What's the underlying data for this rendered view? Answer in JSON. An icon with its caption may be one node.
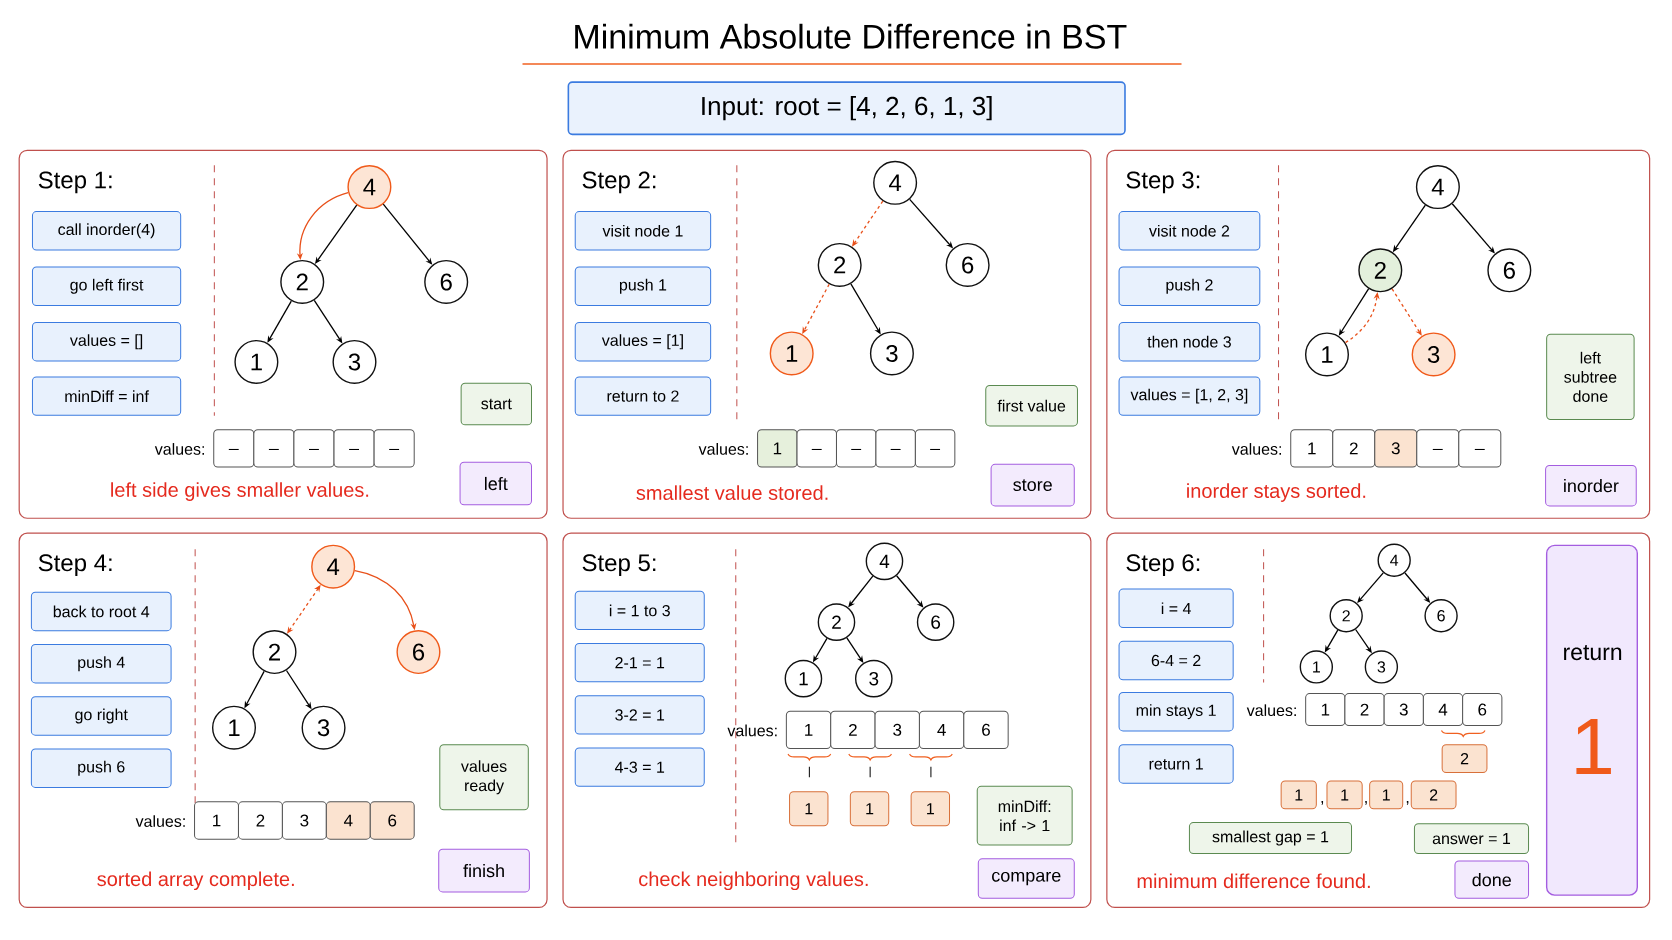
{
  "diagram": {
    "title": "Minimum Absolute Difference in BST",
    "nodes": [
      {
        "text": [
          "Input: root = [4, 2, 6, 1, 3]"
        ]
      },
      {
        "text": [
          "Step 1:",
          "left side gives smaller values."
        ]
      },
      {
        "text": [
          "call inorder(4)"
        ],
        "in": 1
      },
      {
        "text": [
          "go left first"
        ],
        "in": 1
      },
      {
        "text": [
          "values = []"
        ],
        "in": 1
      },
      {
        "text": [
          "minDiff = inf"
        ],
        "in": 1
      },
      {
        "text": [
          "4"
        ],
        "in": 1
      },
      {
        "text": [
          "2"
        ],
        "in": 1
      },
      {
        "text": [
          "6"
        ],
        "in": 1
      },
      {
        "text": [
          "1"
        ],
        "in": 1
      },
      {
        "text": [
          "3"
        ],
        "in": 1
      },
      {
        "text": [
          "start"
        ],
        "in": 1
      },
      {
        "text": [
          "left"
        ],
        "in": 1
      },
      {
        "text": [
          "_"
        ],
        "in": 1
      },
      {
        "text": [
          "_"
        ],
        "in": 1
      },
      {
        "text": [
          "_"
        ],
        "in": 1
      },
      {
        "text": [
          "_"
        ],
        "in": 1
      },
      {
        "text": [
          "_"
        ],
        "in": 1
      },
      {
        "text": [
          "Step 2:",
          "smallest value stored."
        ]
      },
      {
        "text": [
          "visit node 1"
        ],
        "in": 18
      },
      {
        "text": [
          "push 1"
        ],
        "in": 18
      },
      {
        "text": [
          "values = [1]"
        ],
        "in": 18
      },
      {
        "text": [
          "return to 2"
        ],
        "in": 18
      },
      {
        "text": [
          "4"
        ],
        "in": 18
      },
      {
        "text": [
          "2"
        ],
        "in": 18
      },
      {
        "text": [
          "6"
        ],
        "in": 18
      },
      {
        "text": [
          "1"
        ],
        "in": 18
      },
      {
        "text": [
          "3"
        ],
        "in": 18
      },
      {
        "text": [
          "first value"
        ],
        "in": 18
      },
      {
        "text": [
          "store"
        ],
        "in": 18
      },
      {
        "text": [
          "1"
        ],
        "in": 18
      },
      {
        "text": [
          "_"
        ],
        "in": 18
      },
      {
        "text": [
          "_"
        ],
        "in": 18
      },
      {
        "text": [
          "_"
        ],
        "in": 18
      },
      {
        "text": [
          "_"
        ],
        "in": 18
      },
      {
        "text": [
          "Step 3:",
          "inorder stays sorted."
        ]
      },
      {
        "text": [
          "visit node 2"
        ],
        "in": 35
      },
      {
        "text": [
          "push 2"
        ],
        "in": 35
      },
      {
        "text": [
          "then node 3"
        ],
        "in": 35
      },
      {
        "text": [
          "values = [1, 2, 3]"
        ],
        "in": 35
      },
      {
        "text": [
          "4"
        ],
        "in": 35
      },
      {
        "text": [
          "2"
        ],
        "in": 35
      },
      {
        "text": [
          "6"
        ],
        "in": 35
      },
      {
        "text": [
          "1"
        ],
        "in": 35
      },
      {
        "text": [
          "3"
        ],
        "in": 35
      },
      {
        "text": [
          "left subtree done"
        ],
        "in": 35
      },
      {
        "text": [
          "inorder"
        ],
        "in": 35
      },
      {
        "text": [
          "1"
        ],
        "in": 35
      },
      {
        "text": [
          "2"
        ],
        "in": 35
      },
      {
        "text": [
          "3"
        ],
        "in": 35
      },
      {
        "text": [
          "_"
        ],
        "in": 35
      },
      {
        "text": [
          "_"
        ],
        "in": 35
      },
      {
        "text": [
          "Step 4:",
          "sorted array complete."
        ]
      },
      {
        "text": [
          "back to root 4"
        ],
        "in": 52
      },
      {
        "text": [
          "push 4"
        ],
        "in": 52
      },
      {
        "text": [
          "go right"
        ],
        "in": 52
      },
      {
        "text": [
          "push 6"
        ],
        "in": 52
      },
      {
        "text": [
          "4"
        ],
        "in": 52
      },
      {
        "text": [
          "2"
        ],
        "in": 52
      },
      {
        "text": [
          "6"
        ],
        "in": 52
      },
      {
        "text": [
          "1"
        ],
        "in": 52
      },
      {
        "text": [
          "3"
        ],
        "in": 52
      },
      {
        "text": [
          "values ready"
        ],
        "in": 52
      },
      {
        "text": [
          "finish"
        ],
        "in": 52
      },
      {
        "text": [
          "1"
        ],
        "in": 52
      },
      {
        "text": [
          "2"
        ],
        "in": 52
      },
      {
        "text": [
          "3"
        ],
        "in": 52
      },
      {
        "text": [
          "4"
        ],
        "in": 52
      },
      {
        "text": [
          "6"
        ],
        "in": 52
      },
      {
        "text": [
          "Step 5:",
          "check neighboring values."
        ]
      },
      {
        "text": [
          "i = 1 to 3"
        ],
        "in": 69
      },
      {
        "text": [
          "2-1 = 1"
        ],
        "in": 69
      },
      {
        "text": [
          "3-2 = 1"
        ],
        "in": 69
      },
      {
        "text": [
          "4-3 = 1"
        ],
        "in": 69
      },
      {
        "text": [
          "4"
        ],
        "in": 69
      },
      {
        "text": [
          "2"
        ],
        "in": 69
      },
      {
        "text": [
          "6"
        ],
        "in": 69
      },
      {
        "text": [
          "1"
        ],
        "in": 69
      },
      {
        "text": [
          "3"
        ],
        "in": 69
      },
      {
        "text": [
          "1"
        ],
        "in": 69
      },
      {
        "text": [
          "2"
        ],
        "in": 69
      },
      {
        "text": [
          "3"
        ],
        "in": 69
      },
      {
        "text": [
          "4"
        ],
        "in": 69
      },
      {
        "text": [
          "6"
        ],
        "in": 69
      },
      {
        "text": [
          "1"
        ],
        "in": 69
      },
      {
        "text": [
          "1"
        ],
        "in": 69
      },
      {
        "text": [
          "1"
        ],
        "in": 69
      },
      {
        "text": [
          "minDiff: inf -> 1"
        ],
        "in": 69
      },
      {
        "text": [
          "compare"
        ],
        "in": 69
      },
      {
        "text": [
          "Step 6:",
          "minimum difference found."
        ]
      },
      {
        "text": [
          "i = 4"
        ],
        "in": 89
      },
      {
        "text": [
          "6-4 = 2"
        ],
        "in": 89
      },
      {
        "text": [
          "min stays 1"
        ],
        "in": 89
      },
      {
        "text": [
          "return 1"
        ],
        "in": 89
      },
      {
        "text": [
          "4"
        ],
        "in": 89
      },
      {
        "text": [
          "2"
        ],
        "in": 89
      },
      {
        "text": [
          "6"
        ],
        "in": 89
      },
      {
        "text": [
          "1"
        ],
        "in": 89
      },
      {
        "text": [
          "3"
        ],
        "in": 89
      },
      {
        "text": [
          "1"
        ],
        "in": 89
      },
      {
        "text": [
          "2"
        ],
        "in": 89
      },
      {
        "text": [
          "3"
        ],
        "in": 89
      },
      {
        "text": [
          "4"
        ],
        "in": 89
      },
      {
        "text": [
          "6"
        ],
        "in": 89
      },
      {
        "text": [
          "2"
        ],
        "in": 89
      },
      {
        "text": [
          "1"
        ],
        "in": 89
      },
      {
        "text": [
          "1"
        ],
        "in": 89
      },
      {
        "text": [
          "1"
        ],
        "in": 89
      },
      {
        "text": [
          "2"
        ],
        "in": 89
      },
      {
        "text": [
          "smallest gap = 1"
        ],
        "in": 89
      },
      {
        "text": [
          "answer = 1"
        ],
        "in": 89
      },
      {
        "text": [
          "done"
        ],
        "in": 89
      },
      {
        "text": [
          "return",
          "1"
        ],
        "in": 89
      }
    ],
    "edges": [
      {
        "from": 6,
        "to": 7,
        "arrow": "to"
      },
      {
        "from": 6,
        "to": 8,
        "arrow": "to"
      },
      {
        "from": 7,
        "to": 9,
        "arrow": "to"
      },
      {
        "from": 7,
        "to": 10,
        "arrow": "to"
      },
      {
        "from": 6,
        "to": 7,
        "arrow": "to",
        "color": "#e8501a"
      },
      {
        "from": 23,
        "to": 24,
        "arrow": "to",
        "style": "dashed",
        "color": "#e8501a"
      },
      {
        "from": 23,
        "to": 25,
        "arrow": "to"
      },
      {
        "from": 24,
        "to": 26,
        "arrow": "to",
        "style": "dashed",
        "color": "#e8501a"
      },
      {
        "from": 24,
        "to": 27,
        "arrow": "to"
      },
      {
        "from": 40,
        "to": 41,
        "arrow": "to"
      },
      {
        "from": 40,
        "to": 42,
        "arrow": "to"
      },
      {
        "from": 41,
        "to": 43,
        "arrow": "to"
      },
      {
        "from": 41,
        "to": 44,
        "arrow": "to",
        "style": "dashed",
        "color": "#e8501a"
      },
      {
        "from": 43,
        "to": 41,
        "arrow": "to",
        "style": "dashed",
        "color": "#e8501a"
      },
      {
        "from": 57,
        "to": 58,
        "arrow": "both",
        "style": "dashed",
        "color": "#e8501a"
      },
      {
        "from": 57,
        "to": 59,
        "arrow": "to",
        "color": "#e8501a"
      },
      {
        "from": 58,
        "to": 60,
        "arrow": "to"
      },
      {
        "from": 58,
        "to": 61,
        "arrow": "to"
      },
      {
        "from": 74,
        "to": 75,
        "arrow": "to"
      },
      {
        "from": 74,
        "to": 76,
        "arrow": "to"
      },
      {
        "from": 75,
        "to": 77,
        "arrow": "to"
      },
      {
        "from": 75,
        "to": 78,
        "arrow": "to"
      },
      {
        "from": 94,
        "to": 95,
        "arrow": "to"
      },
      {
        "from": 94,
        "to": 96,
        "arrow": "to"
      },
      {
        "from": 95,
        "to": 97,
        "arrow": "to"
      },
      {
        "from": 95,
        "to": 98,
        "arrow": "to"
      }
    ],
    "labels": [
      "values:",
      "values:",
      "values:",
      "values:",
      "values:",
      "values:",
      ",",
      ",",
      ","
    ]
  }
}
